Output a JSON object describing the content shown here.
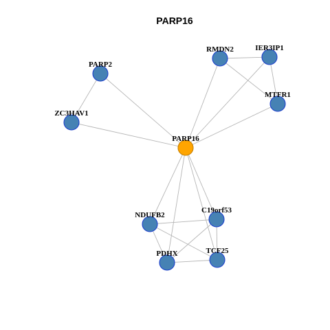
{
  "title": "PARP16",
  "colors": {
    "hub_fill": "#FFA500",
    "hub_stroke": "#C77F00",
    "node_fill": "#4682B4",
    "node_stroke": "#1C3FCC",
    "edge": "#B5B5B5",
    "background": "#FFFFFF"
  },
  "nodes": [
    {
      "id": "PARP16",
      "label": "PARP16",
      "hub": true
    },
    {
      "id": "PARP2",
      "label": "PARP2",
      "hub": false
    },
    {
      "id": "ZC3HAV1",
      "label": "ZC3HAV1",
      "hub": false
    },
    {
      "id": "RMDN2",
      "label": "RMDN2",
      "hub": false
    },
    {
      "id": "IER3IP1",
      "label": "IER3IP1",
      "hub": false
    },
    {
      "id": "MTFR1",
      "label": "MTFR1",
      "hub": false
    },
    {
      "id": "NDUFB2",
      "label": "NDUFB2",
      "hub": false
    },
    {
      "id": "C19orf53",
      "label": "C19orf53",
      "hub": false
    },
    {
      "id": "PDHX",
      "label": "PDHX",
      "hub": false
    },
    {
      "id": "TCF25",
      "label": "TCF25",
      "hub": false
    }
  ],
  "edges": [
    [
      "PARP16",
      "PARP2"
    ],
    [
      "PARP16",
      "ZC3HAV1"
    ],
    [
      "PARP16",
      "RMDN2"
    ],
    [
      "PARP16",
      "IER3IP1"
    ],
    [
      "PARP16",
      "MTFR1"
    ],
    [
      "PARP16",
      "NDUFB2"
    ],
    [
      "PARP16",
      "C19orf53"
    ],
    [
      "PARP16",
      "PDHX"
    ],
    [
      "PARP16",
      "TCF25"
    ],
    [
      "PARP2",
      "ZC3HAV1"
    ],
    [
      "RMDN2",
      "IER3IP1"
    ],
    [
      "RMDN2",
      "MTFR1"
    ],
    [
      "IER3IP1",
      "MTFR1"
    ],
    [
      "NDUFB2",
      "C19orf53"
    ],
    [
      "NDUFB2",
      "PDHX"
    ],
    [
      "NDUFB2",
      "TCF25"
    ],
    [
      "C19orf53",
      "PDHX"
    ],
    [
      "C19orf53",
      "TCF25"
    ],
    [
      "PDHX",
      "TCF25"
    ]
  ]
}
